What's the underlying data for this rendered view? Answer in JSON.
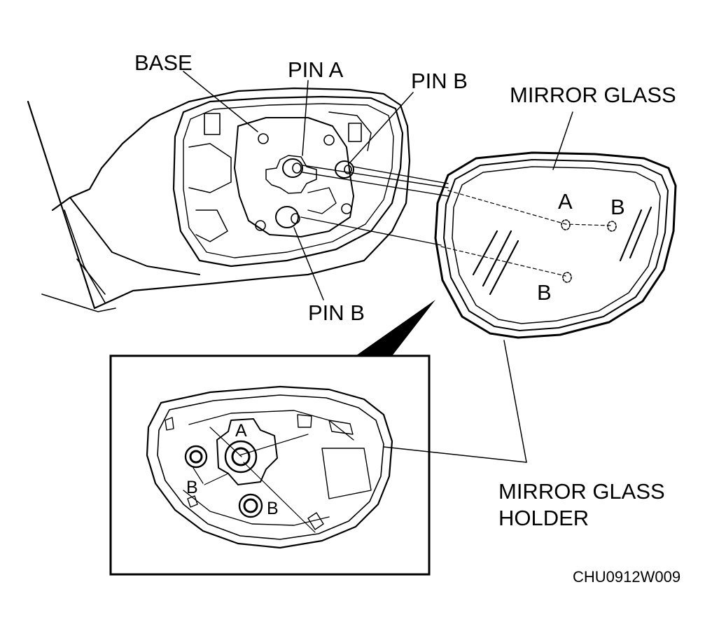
{
  "labels": {
    "base": "BASE",
    "pin_a": "PIN A",
    "pin_b_top": "PIN B",
    "pin_b_bottom": "PIN B",
    "mirror_glass": "MIRROR GLASS",
    "glass_a": "A",
    "glass_b_top": "B",
    "glass_b_bottom": "B",
    "holder_line1": "MIRROR GLASS",
    "holder_line2": "HOLDER",
    "inset_a": "A",
    "inset_b_left": "B",
    "inset_b_bottom": "B",
    "figure_code": "CHU0912W009"
  },
  "colors": {
    "ink": "#000000",
    "paper": "#ffffff"
  }
}
